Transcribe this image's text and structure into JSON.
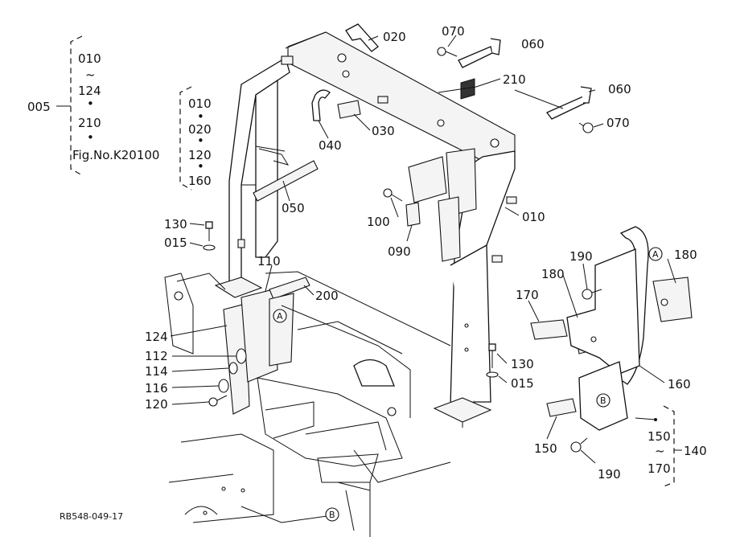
{
  "labels": {
    "l005": "005",
    "g1": [
      "010",
      "~",
      "124",
      "•",
      "210",
      "•",
      "Fig.No.K20100"
    ],
    "g2": [
      "010",
      "•",
      "020",
      "•",
      "120",
      "•",
      "160"
    ],
    "l020": "020",
    "l070a": "070",
    "l060a": "060",
    "l210": "210",
    "l060b": "060",
    "l070b": "070",
    "l030": "030",
    "l040": "040",
    "l050": "050",
    "l010": "010",
    "l100": "100",
    "l090": "090",
    "l130a": "130",
    "l015a": "015",
    "l110": "110",
    "l200": "200",
    "l124": "124",
    "l112": "112",
    "l114": "114",
    "l116": "116",
    "l120": "120",
    "l190a": "190",
    "l180a": "180",
    "l180b": "180",
    "l170": "170",
    "l130b": "130",
    "l015b": "015",
    "l160": "160",
    "l150": "150",
    "l190b": "190",
    "g3": [
      "150",
      "~",
      "170"
    ],
    "l140": "140",
    "markA": "A",
    "markB": "B",
    "ref": "RB548-049-17"
  }
}
